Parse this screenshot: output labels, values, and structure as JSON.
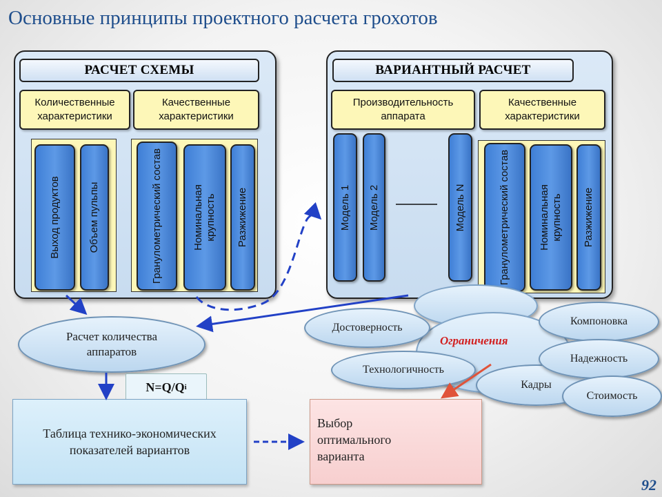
{
  "title": "Основные принципы проектного расчета грохотов",
  "left_panel": {
    "header": "РАСЧЕТ СХЕМЫ",
    "quantitative": "Количественные характеристики",
    "qualitative": "Качественные характеристики",
    "bars": [
      "Выход продуктов",
      "Объем пульпы",
      "Гранулометрический состав",
      "Номинальная крупность",
      "Разжижение"
    ]
  },
  "right_panel": {
    "header": "ВАРИАНТНЫЙ РАСЧЕТ",
    "productivity": "Производительность аппарата",
    "qualitative": "Качественные характеристики",
    "models": [
      "Модель 1",
      "Модель 2",
      "Модель N"
    ],
    "bars": [
      "Гранулометрический состав",
      "Номинальная крупность",
      "Разжижение"
    ]
  },
  "restrictions": {
    "label": "Ограничения",
    "items": [
      "Достоверность",
      "Технологичность",
      "Кадры",
      "Компоновка",
      "Надежность",
      "Стоимость"
    ]
  },
  "calc_count": "Расчет количества аппаратов",
  "formula": {
    "main": "N=Q/Q",
    "sub": "i"
  },
  "table_box": "Таблица технико-экономических показателей вариантов",
  "choice_box": "Выбор оптимального варианта",
  "page_number": "92"
}
